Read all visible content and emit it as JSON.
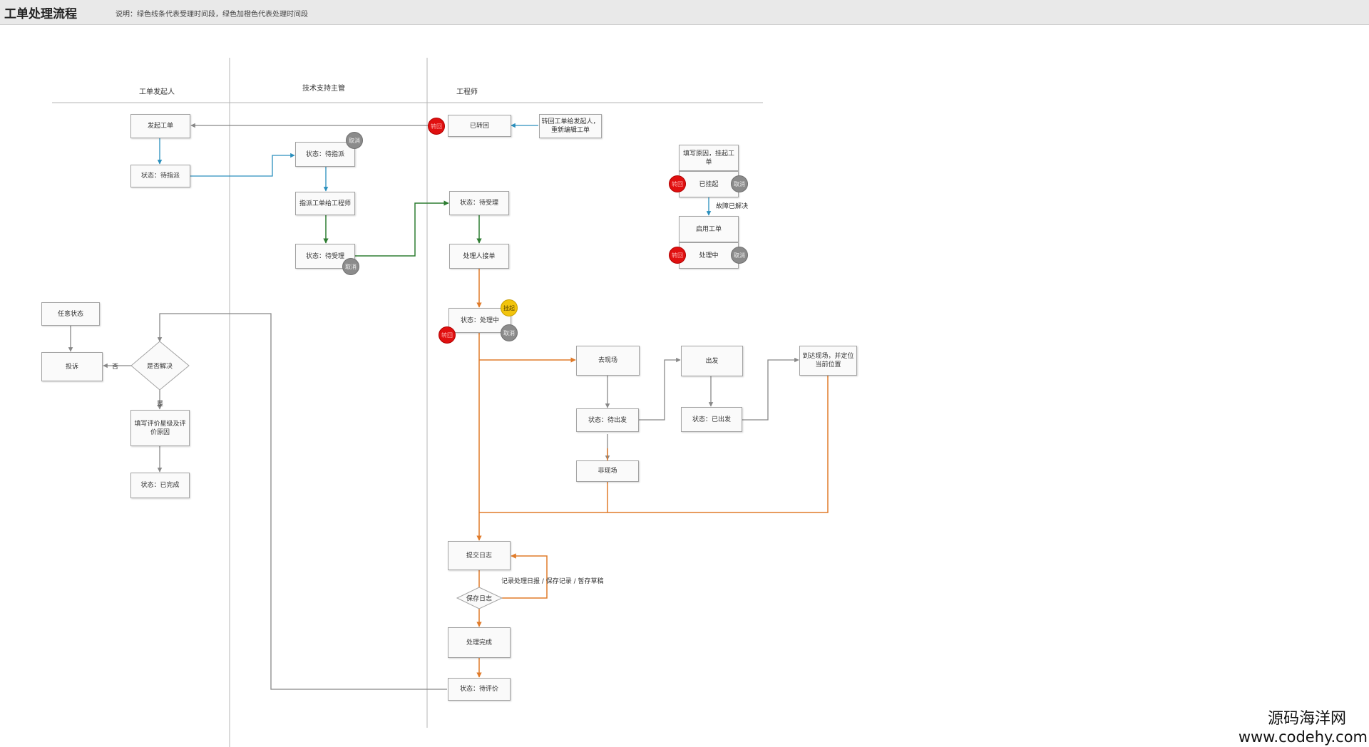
{
  "header": {
    "title": "工单处理流程",
    "note": "说明：绿色线条代表受理时间段，绿色加橙色代表处理时间段"
  },
  "lanes": [
    "工单发起人",
    "技术支持主管",
    "工程师"
  ],
  "nodes": {
    "start": "发起工单",
    "pending_assign": "状态：待指派",
    "assign": "指派工单给工程师",
    "pending_accept_mgr": "状态：待受理",
    "transferred": "已转回",
    "transfer_back": "转回工单给发起人，重新编辑工单",
    "pending_accept_eng": "状态：待受理",
    "accept": "处理人接单",
    "processing": "状态：处理中",
    "go_site": "去现场",
    "depart": "出发",
    "arrive": "到达现场，并定位当前位置",
    "pending_depart": "状态：待出发",
    "departed": "状态：已出发",
    "off_site": "非现场",
    "submit_log": "提交日志",
    "save_log": "保存日志",
    "done": "处理完成",
    "pending_eval": "状态：待评价",
    "any_state": "任意状态",
    "complaint": "投诉",
    "resolved": "是否解决",
    "evaluate": "填写评价星级及评价原因",
    "completed": "状态：已完成",
    "hang_reason": "填写原因，挂起工单",
    "hung": "已挂起",
    "enable": "启用工单",
    "processing2": "处理中"
  },
  "badges": {
    "transfer": "转回",
    "cancel": "取消",
    "hang": "挂起"
  },
  "labels": {
    "no": "否",
    "yes": "是",
    "fault_resolved": "故障已解决",
    "log_note": "记录处理日报 / 保存记录 / 暂存草稿"
  },
  "colors": {
    "green": "#2e7d32",
    "blue": "#2a8fbd",
    "orange": "#e07b2a",
    "gray": "#888888",
    "red": "#e01010",
    "yellow": "#f2c40c"
  },
  "watermark": {
    "cn": "源码海洋网",
    "url": "www.codehy.com"
  }
}
